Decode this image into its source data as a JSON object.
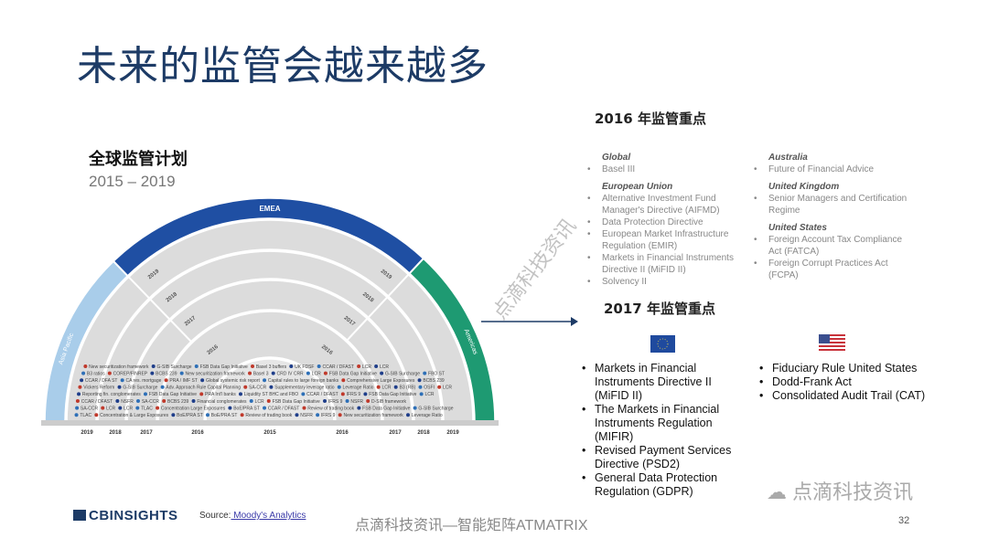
{
  "title": "未来的监管会越来越多",
  "left": {
    "heading": "全球监管计划",
    "years": "2015 – 2019",
    "diagram": {
      "regions": [
        "Asia Pacific",
        "EMEA",
        "Americas"
      ],
      "bottom_years": [
        "2019",
        "2018",
        "2017",
        "2016",
        "2015",
        "2016",
        "2017",
        "2018",
        "2019"
      ],
      "ring_years": [
        "2019",
        "2018",
        "2017",
        "2016",
        "2019",
        "2018",
        "2017",
        "2016"
      ],
      "items": [
        "TLAC",
        "Concentration & Large Exposures",
        "BoE/PRA ST",
        "BoE/PRA ST",
        "Review of trading book",
        "NSFR",
        "IFRS 9",
        "New securitization framework",
        "Leverage Ratio",
        "SA-CCR",
        "LCR",
        "LCR",
        "TLAC",
        "Concentration Large Exposures",
        "BoE/PRA ST",
        "CCAR / DFAST",
        "Review of trading book",
        "FSB Data Gap Initiative",
        "G-SIB Surcharge",
        "CCAR / DFAST",
        "NSFR",
        "SA-CCR",
        "BCBS 239",
        "Financial conglomerates",
        "LCR",
        "FSB Data Gap Initiative",
        "IFRS 9",
        "NSFR",
        "D-SIB framework",
        "Reporting fin. conglomerates",
        "FSB Data Gap Initiative",
        "PRA Int'l banks",
        "Liquidity ST BHC and FBO",
        "CCAR / DFAST",
        "IFRS 9",
        "FSB Data Gap Initiative",
        "LCR",
        "Vickers Reform",
        "G-SIB Surcharge",
        "Adv. Approach Rule Capital Planning",
        "SA-CCR",
        "Supplementary leverage ratio",
        "Leverage Ratio",
        "LCR",
        "B3 (RB)",
        "OSFI",
        "LCR",
        "CCAR / DFA ST",
        "CA res. mortgage",
        "PRA / IMF ST",
        "Global systemic risk report",
        "Capital rules to large foreign banks",
        "Comprehensive Large Exposures",
        "BCBS 239",
        "B3 ratios",
        "COREP/FINREP",
        "BCBS 239",
        "New securitization framework",
        "Basel 3",
        "CRD IV CRR",
        "LCR",
        "FSB Data Gap Initiative",
        "G-SIB Surcharge",
        "FBO ST",
        "New securitization framework",
        "G-SIB Surcharge",
        "FSB Data Gap Initiative",
        "Basel 3 buffers",
        "UK FDSF",
        "CCAR / DFAST",
        "LCR",
        "LCR"
      ]
    }
  },
  "right": {
    "h2016": "2016 年监管重点",
    "col2016_left": [
      {
        "group": "Global",
        "items": [
          "Basel III"
        ]
      },
      {
        "group": "European Union",
        "items": [
          "Alternative Investment Fund Manager's Directive (AIFMD)",
          "Data Protection Directive",
          "European Market Infrastructure Regulation (EMIR)",
          "Markets in Financial Instruments Directive II (MiFID II)",
          "Solvency II"
        ]
      }
    ],
    "col2016_right": [
      {
        "group": "Australia",
        "items": [
          "Future of Financial Advice"
        ]
      },
      {
        "group": "United Kingdom",
        "items": [
          "Senior Managers and Certification Regime"
        ]
      },
      {
        "group": "United States",
        "items": [
          "Foreign Account Tax Compliance Act (FATCA)",
          "Foreign Corrupt Practices Act (FCPA)"
        ]
      }
    ],
    "h2017": "2017 年监管重点",
    "eu_items": [
      "Markets in Financial Instruments Directive II (MiFID II)",
      "The Markets in Financial Instruments Regulation (MIFIR)",
      "Revised Payment Services Directive (PSD2)",
      "General Data Protection Regulation (GDPR)"
    ],
    "us_items": [
      "Fiduciary Rule United States",
      "Dodd-Frank Act",
      "Consolidated Audit Trail (CAT)"
    ]
  },
  "footer": {
    "logo": "CBINSIGHTS",
    "source_label": "Source:",
    "source_link": " Moody's Analytics",
    "center": "点滴科技资讯—智能矩阵ATMATRIX",
    "page": "32",
    "wechat": "点滴科技资讯"
  },
  "watermark": "点滴科技资讯",
  "colors": {
    "emea": "#1f4fa3",
    "apac": "#a9cdea",
    "americas": "#1e9a72",
    "ring": "#dcdcdc",
    "title": "#1d3b66"
  }
}
